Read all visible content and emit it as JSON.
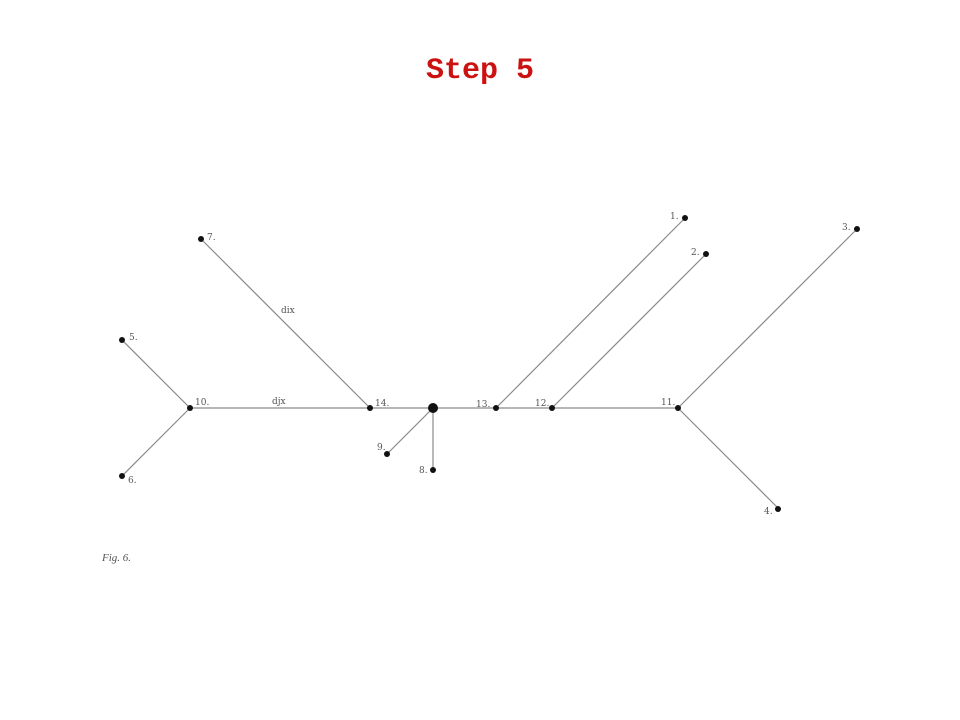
{
  "title": "Step 5",
  "caption": "Fig. 6.",
  "edge_labels": {
    "diagonal": "dix",
    "horizontal": "djx"
  },
  "node_labels": {
    "n1": "1.",
    "n2": "2.",
    "n3": "3.",
    "n4": "4.",
    "n5": "5.",
    "n6": "6.",
    "n7": "7.",
    "n8": "8.",
    "n9": "9.",
    "n10": "10.",
    "n11": "11.",
    "n12": "12.",
    "n13": "13.",
    "n14": "14."
  },
  "colors": {
    "title": "#cc1111",
    "edge": "#8a8a8a",
    "node": "#111111"
  }
}
